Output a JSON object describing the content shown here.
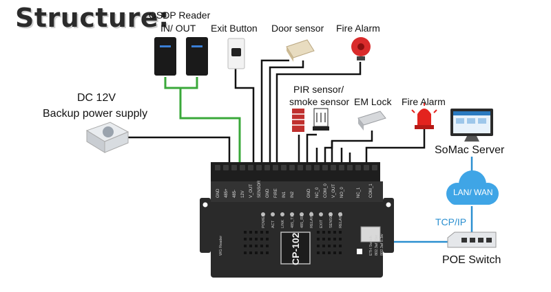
{
  "title": "Structure:",
  "devices": {
    "osdp_reader_line1": "OSDP Reader",
    "osdp_reader_line2": "IN/ OUT",
    "exit_button": "Exit Button",
    "door_sensor": "Door sensor",
    "fire_alarm_top": "Fire Alarm",
    "dc_line1": "DC 12V",
    "dc_line2": "Backup power supply",
    "pir_line1": "PIR sensor/",
    "pir_line2": "smoke sensor",
    "em_lock": "EM Lock",
    "fire_alarm_right": "Fire Alarm",
    "somac_server": "SoMac Server",
    "lan_wan": "LAN/ WAN",
    "tcp_ip": "TCP/IP",
    "poe_switch": "POE Switch"
  },
  "controller": {
    "model": "CP-102",
    "terminals_left": [
      "GND",
      "485+",
      "485-",
      "12V",
      "V_OUT",
      "SENSOR",
      "GND",
      "FIRE",
      "IN1",
      "IN2"
    ],
    "terminals_right": [
      "GND",
      "NC_0",
      "COM_0",
      "V_OUT",
      "NO_0",
      "NC_1",
      "COM_1"
    ],
    "leds_left": [
      "POWER",
      "ACT",
      "LINK",
      "485_TX",
      "485_RX"
    ],
    "leds_right": [
      "RELAY_0",
      "EXIT",
      "SENSOR",
      "RELAY_1"
    ],
    "side_label": "WG Reader",
    "eth_labels": [
      "ETH Switch",
      "802.3af 15w",
      "802.3af 0.3w"
    ]
  },
  "colors": {
    "green_wire": "#3aa83a",
    "blue_link": "#2a8fd0",
    "cloud": "#3fa5e6",
    "board": "#2a2a2a",
    "terminal_green": "#1f7a3a"
  }
}
